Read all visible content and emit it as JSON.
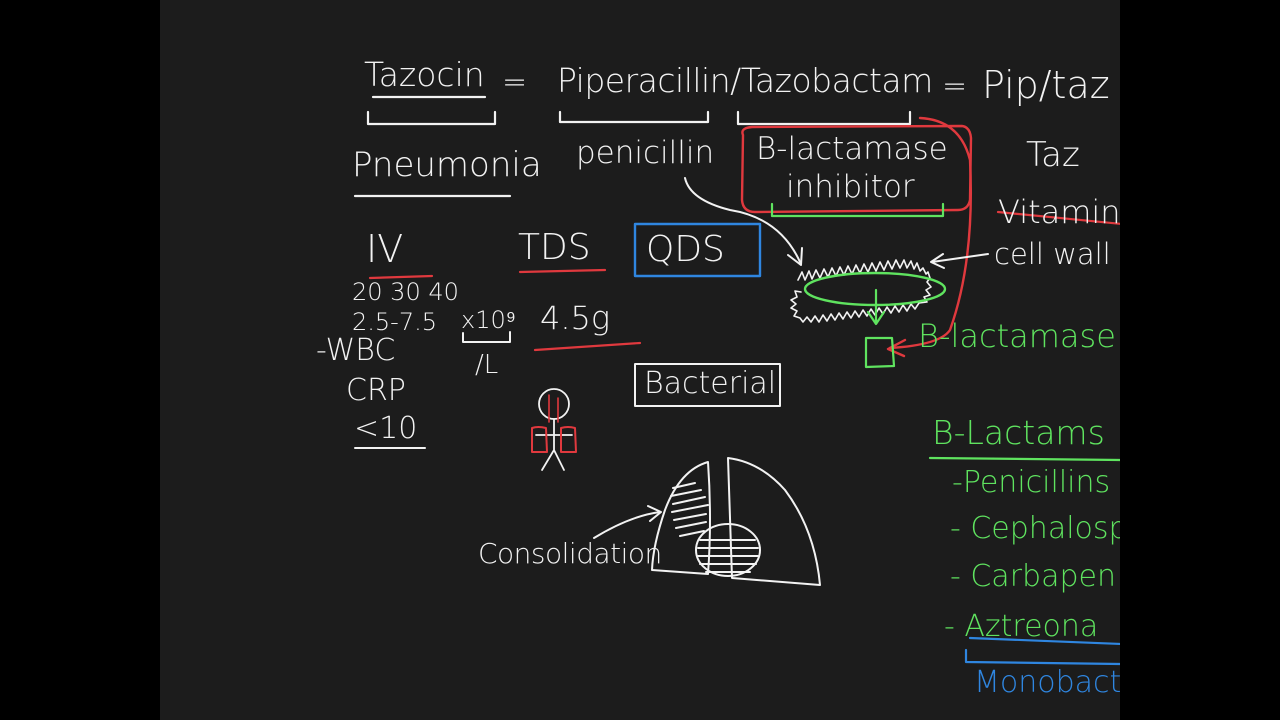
{
  "colors": {
    "board": "#1c1c1c",
    "ink_white": "#f2f2f2",
    "ink_red": "#e0393e",
    "ink_green": "#5fe35f",
    "ink_blue": "#2f86e0"
  },
  "header": {
    "tazocin": "Tazocin",
    "eq1": "=",
    "piperacillin_tazobactam": "Piperacillin/Tazobactam",
    "eq2": "=",
    "pip_taz": "Pip/taz"
  },
  "row2": {
    "pneumonia": "Pneumonia",
    "penicillin": "penicillin",
    "beta_lactamase_inhibitor_line1": "B-lactamase",
    "beta_lactamase_inhibitor_line2": "inhibitor",
    "taz": "Taz"
  },
  "right_notes": {
    "vitamin": "Vitamin",
    "cell_wall": "cell wall",
    "beta_lactamase": "B-lactamase"
  },
  "dosing": {
    "route": "IV",
    "frequency_tds": "TDS",
    "frequency_qds": "QDS",
    "dose": "4.5g",
    "bacterial": "Bacterial"
  },
  "labs": {
    "ages": "20 30 40",
    "wbc_range": "2.5-7.5",
    "wbc_unit": "x10⁹",
    "wbc_per": "/L",
    "wbc": "-WBC",
    "crp": "CRP",
    "crp_value": "<10"
  },
  "lung": {
    "consolidation": "Consolidation"
  },
  "beta_lactams": {
    "heading": "B-Lactams",
    "items": [
      "-Penicillins",
      "- Cephalosp",
      "- Carbapen",
      "- Aztreona"
    ],
    "monobactam": "Monobact"
  }
}
